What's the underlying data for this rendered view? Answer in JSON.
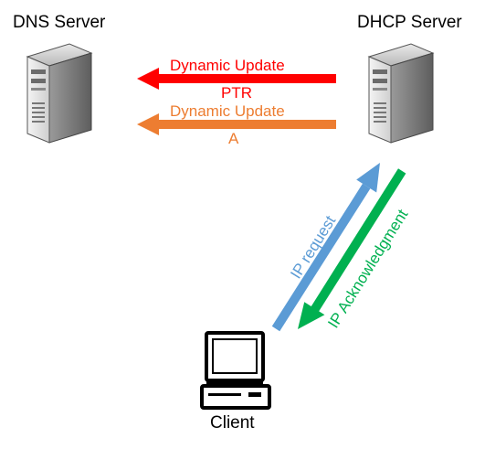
{
  "nodes": {
    "dns_server": {
      "label": "DNS Server",
      "icon": "server-tower-icon"
    },
    "dhcp_server": {
      "label": "DHCP Server",
      "icon": "server-tower-icon"
    },
    "client": {
      "label": "Client",
      "icon": "desktop-computer-icon"
    }
  },
  "edges": {
    "dynamic_update_ptr": {
      "label_top": "Dynamic Update",
      "label_bottom": "PTR",
      "color": "#ff0000",
      "from": "DHCP Server",
      "to": "DNS Server"
    },
    "dynamic_update_a": {
      "label_top": "Dynamic Update",
      "label_bottom": "A",
      "color": "#ed7d31",
      "from": "DHCP Server",
      "to": "DNS Server"
    },
    "ip_request": {
      "label": "IP request",
      "color": "#5b9bd5",
      "from": "Client",
      "to": "DHCP Server"
    },
    "ip_acknowledgment": {
      "label": "IP Acknowledgment",
      "color": "#00b050",
      "from": "DHCP Server",
      "to": "Client"
    }
  }
}
